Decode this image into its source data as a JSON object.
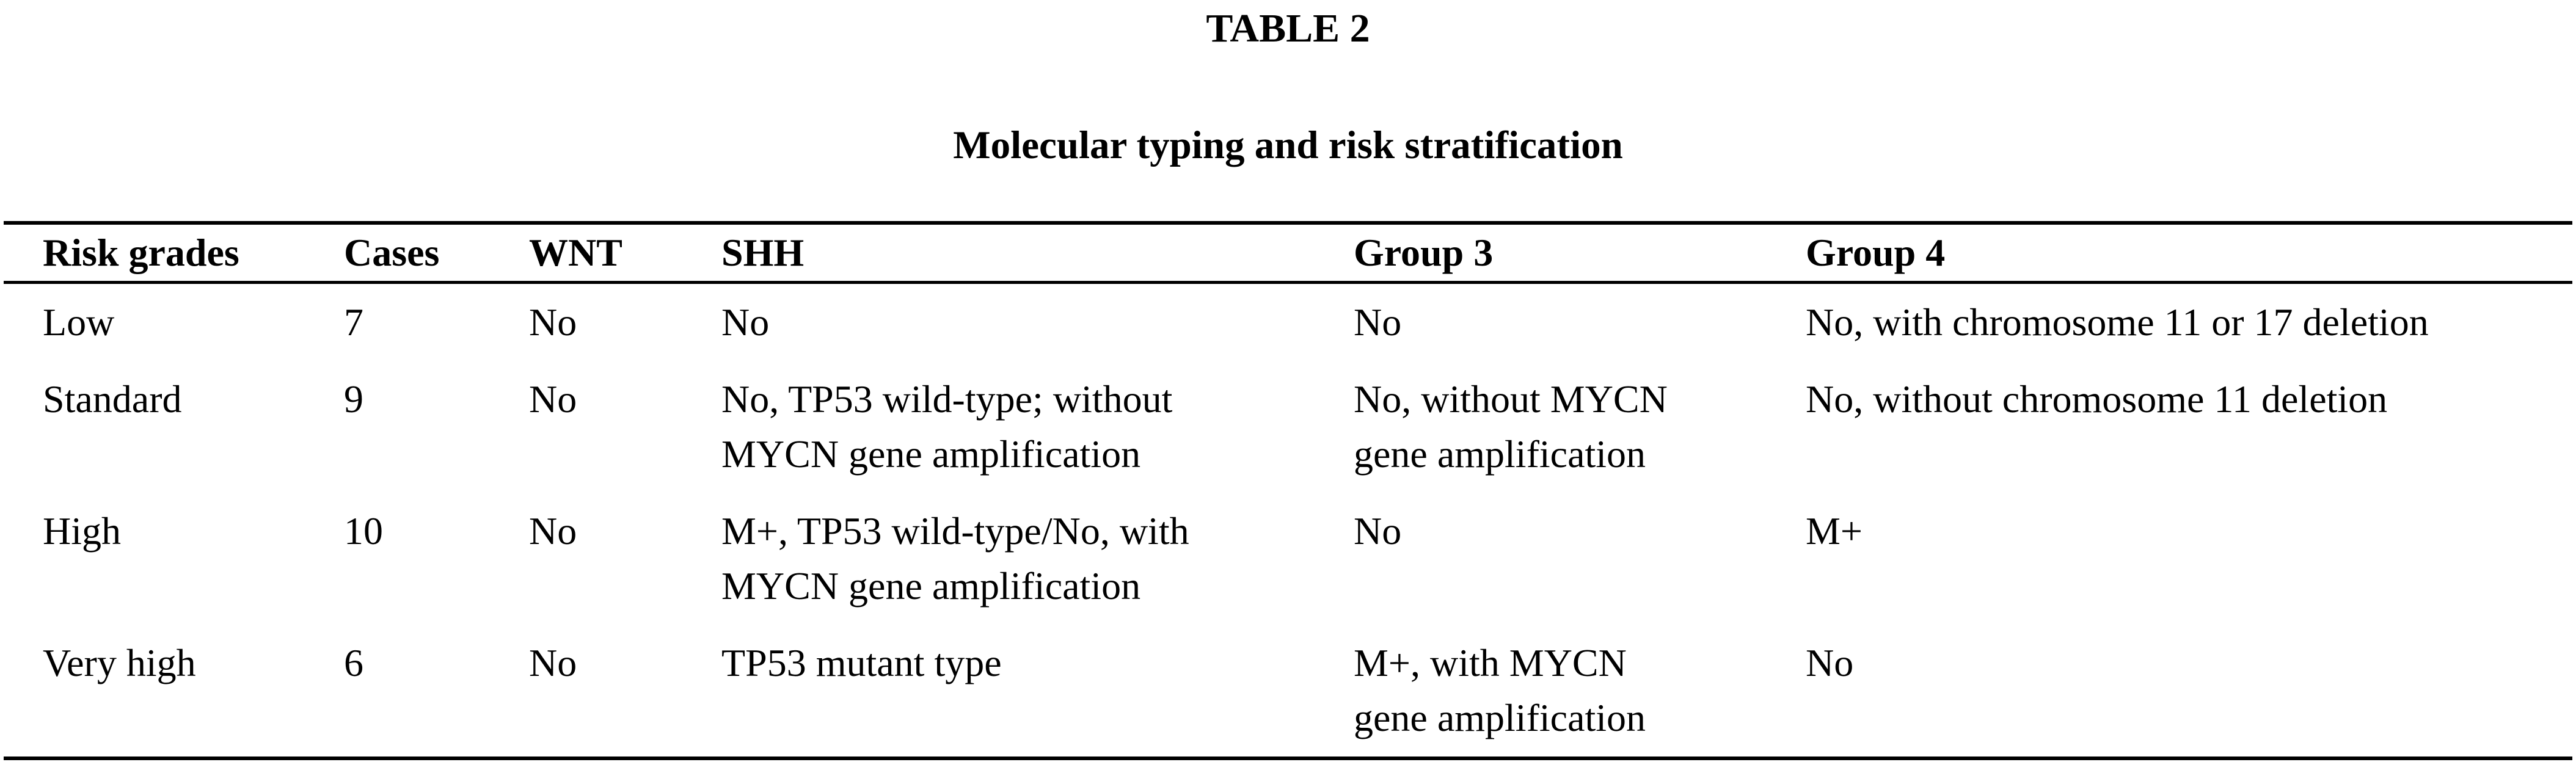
{
  "colors": {
    "text": "#000000",
    "background": "#ffffff",
    "rule": "#000000"
  },
  "table": {
    "label": "TABLE 2",
    "caption": "Molecular typing and risk stratification",
    "columns": [
      "Risk grades",
      "Cases",
      "WNT",
      "SHH",
      "Group 3",
      "Group 4"
    ],
    "rows": [
      {
        "risk_grade": "Low",
        "cases": "7",
        "wnt": "No",
        "shh": "No",
        "group3": "No",
        "group4": "No, with chromosome 11 or 17 deletion"
      },
      {
        "risk_grade": "Standard",
        "cases": "9",
        "wnt": "No",
        "shh": "No, TP53 wild-type; without\nMYCN gene amplification",
        "group3": "No, without MYCN\ngene amplification",
        "group4": "No, without chromosome 11 deletion"
      },
      {
        "risk_grade": "High",
        "cases": "10",
        "wnt": "No",
        "shh": "M+, TP53 wild-type/No, with\nMYCN gene amplification",
        "group3": "No",
        "group4": "M+"
      },
      {
        "risk_grade": "Very high",
        "cases": "6",
        "wnt": "No",
        "shh": "TP53 mutant type",
        "group3": "M+, with MYCN\ngene amplification",
        "group4": "No"
      }
    ]
  }
}
